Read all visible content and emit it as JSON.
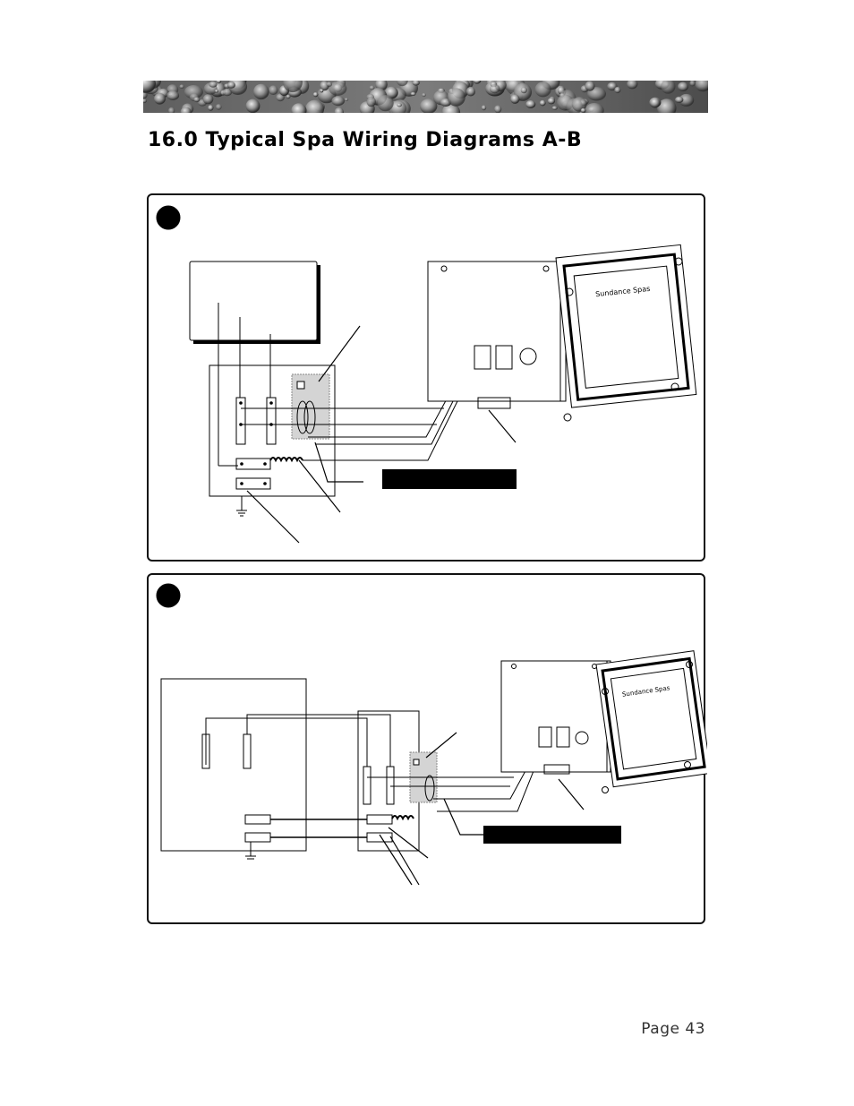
{
  "header": {
    "title": "16.0  Typical Spa Wiring Diagrams A-B"
  },
  "diagrams": [
    {
      "id": "A",
      "marker_color": "#000000",
      "callout_box_text": ""
    },
    {
      "id": "B",
      "marker_color": "#000000",
      "callout_box_text": ""
    }
  ],
  "controller_panel": {
    "brand_text": "Sundance Spas"
  },
  "footer": {
    "page_label": "Page 43"
  },
  "colors": {
    "ink": "#000000",
    "banner_base": "#6f6f6f",
    "shield_fill": "#cfcfcf"
  }
}
